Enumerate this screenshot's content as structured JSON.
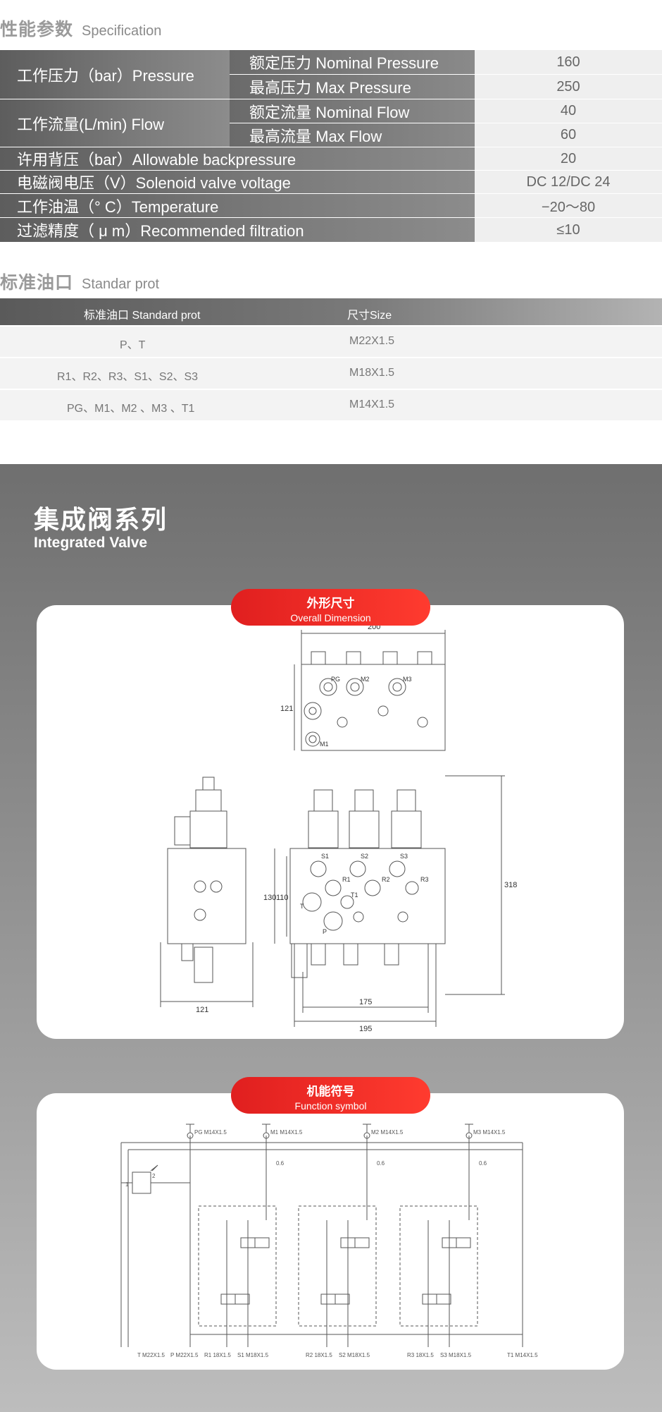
{
  "spec_section": {
    "title_cn": "性能参数",
    "title_en": "Specification"
  },
  "spec_rows": {
    "work_pressure": "工作压力（bar）Pressure",
    "nominal_pressure": "额定压力 Nominal Pressure",
    "nominal_pressure_val": "160",
    "max_pressure": "最高压力 Max Pressure",
    "max_pressure_val": "250",
    "work_flow": "工作流量(L/min) Flow",
    "nominal_flow": "额定流量 Nominal Flow",
    "nominal_flow_val": "40",
    "max_flow": "最高流量 Max Flow",
    "max_flow_val": "60",
    "backpressure": "许用背压（bar）Allowable backpressure",
    "backpressure_val": "20",
    "voltage": "电磁阀电压（V）Solenoid valve voltage",
    "voltage_val": "DC 12/DC 24",
    "temperature": "工作油温（° C）Temperature",
    "temperature_val": "−20～80",
    "filtration": "过滤精度（ μ m）Recommended filtration",
    "filtration_val": "≤10"
  },
  "port_section": {
    "title_cn": "标准油口",
    "title_en": "Standar prot"
  },
  "port_table": {
    "col1": "标准油口 Standard prot",
    "col2": "尺寸Size",
    "rows": [
      {
        "port": "P、T",
        "size": "M22X1.5"
      },
      {
        "port": "R1、R2、R3、S1、S2、S3",
        "size": "M18X1.5"
      },
      {
        "port": "PG、M1、M2 、M3 、T1",
        "size": "M14X1.5"
      }
    ]
  },
  "valve_section": {
    "title_cn": "集成阀系列",
    "title_en": "Integrated Valve"
  },
  "dimension_card": {
    "pill_cn": "外形尺寸",
    "pill_en": "Overall Dimension",
    "labels": {
      "d200": "200",
      "d121_top": "121",
      "pg": "PG",
      "m2": "M2",
      "m3": "M3",
      "m1": "M1",
      "s1": "S1",
      "s2": "S2",
      "s3": "S3",
      "r1": "R1",
      "r2": "R2",
      "r3": "R3",
      "t1": "T1",
      "t": "T",
      "p": "P",
      "d130": "130",
      "d110": "110",
      "d318": "318",
      "d121_side": "121",
      "d175": "175",
      "d195": "195"
    }
  },
  "function_card": {
    "pill_cn": "机能符号",
    "pill_en": "Function symbol",
    "labels": {
      "pg": "PG M14X1.5",
      "m1": "M1 M14X1.5",
      "m2": "M2 M14X1.5",
      "m3": "M3 M14X1.5",
      "o1": "0.6",
      "o2": "0.6",
      "o3": "0.6",
      "n1": "1",
      "n2": "2",
      "t": "T M22X1.5",
      "p": "P M22X1.5",
      "r1": "R1 18X1.5",
      "s1": "S1 M18X1.5",
      "r2": "R2 18X1.5",
      "s2": "S2 M18X1.5",
      "r3": "R3 18X1.5",
      "s3": "S3 M18X1.5",
      "t1": "T1 M14X1.5"
    }
  }
}
